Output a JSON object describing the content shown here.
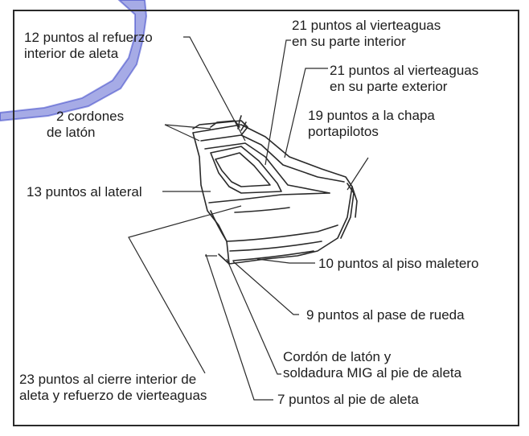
{
  "labels": {
    "refuerzo_aleta": [
      "12 puntos al refuerzo",
      "interior de aleta"
    ],
    "vierteaguas_interior": [
      "21 puntos al vierteaguas",
      "en su parte interior"
    ],
    "vierteaguas_exterior": [
      "21 puntos al vierteaguas",
      "en su parte exterior"
    ],
    "cordones_laton": [
      "2 cordones",
      "de latón"
    ],
    "chapa_portapilotos": [
      "19 puntos a la chapa",
      "portapilotos"
    ],
    "lateral": "13 puntos al lateral",
    "piso_maletero": "10 puntos al piso maletero",
    "pase_rueda": "9 puntos al pase de rueda",
    "cordon_mig": [
      "Cordón de latón y",
      "soldadura MIG al pie de aleta"
    ],
    "cierre_interior": [
      "23 puntos al cierre interior de",
      "aleta y refuerzo de vierteaguas"
    ],
    "pie_aleta": "7 puntos al pie de aleta"
  },
  "colors": {
    "ink": "#1d1d1d",
    "highlight": "#3a45c8"
  }
}
